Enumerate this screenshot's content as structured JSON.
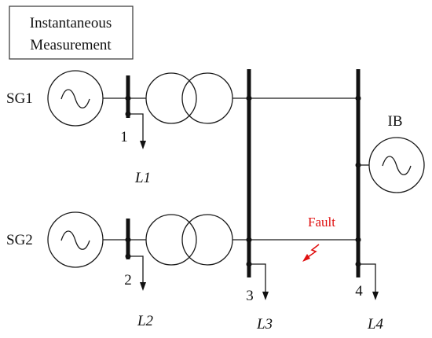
{
  "measurement_box": {
    "line1": "Instantaneous",
    "line2": "Measurement"
  },
  "generators": [
    {
      "label": "SG1",
      "icon": "ac-source-icon"
    },
    {
      "label": "SG2",
      "icon": "ac-source-icon"
    }
  ],
  "infinite_bus": {
    "label": "IB",
    "icon": "ac-source-icon"
  },
  "buses": [
    {
      "number": "1"
    },
    {
      "number": "2"
    },
    {
      "number": "3"
    },
    {
      "number": "4"
    }
  ],
  "loads": [
    "L1",
    "L2",
    "L3",
    "L4"
  ],
  "fault": {
    "label": "Fault",
    "color": "#e01010",
    "icon": "lightning-bolt-icon"
  }
}
